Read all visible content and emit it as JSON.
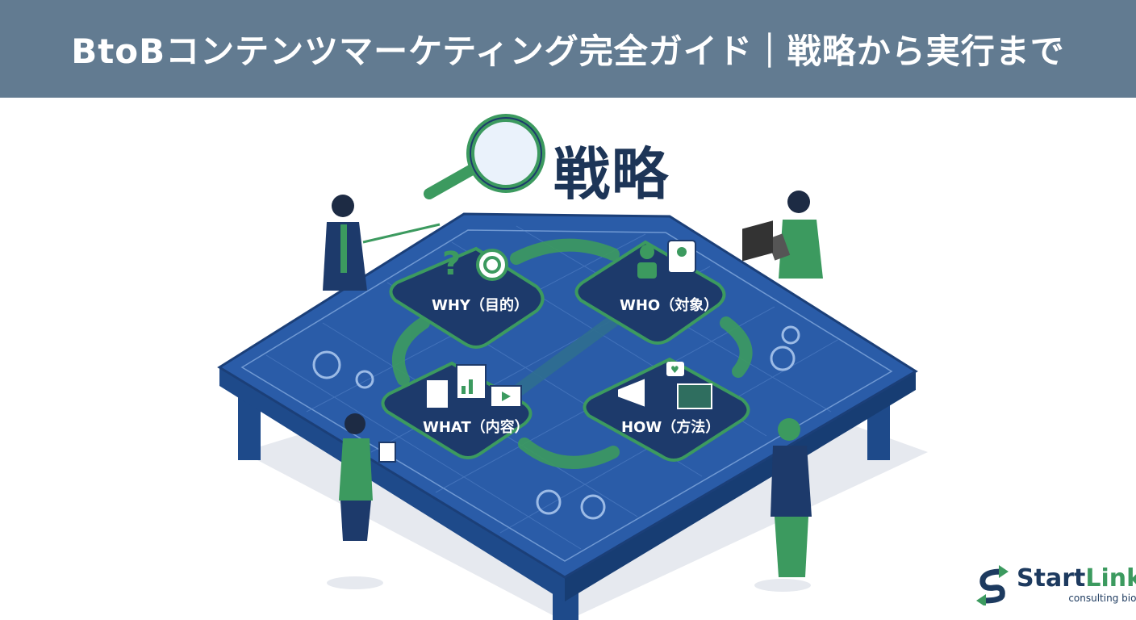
{
  "header": {
    "title": "BtoBコンテンツマーケティング完全ガイド｜戦略から実行まで"
  },
  "illustration": {
    "heading": "戦略",
    "quadrants": [
      {
        "label": "WHY（目的）",
        "icons": [
          "question-icon",
          "target-icon"
        ]
      },
      {
        "label": "WHO（対象）",
        "icons": [
          "person-icon",
          "profile-document-icon"
        ]
      },
      {
        "label": "WHAT（内容）",
        "icons": [
          "document-icon",
          "report-chart-icon",
          "video-icon"
        ]
      },
      {
        "label": "HOW（方法）",
        "icons": [
          "megaphone-icon",
          "heart-chat-icon",
          "map-icon"
        ]
      }
    ]
  },
  "logo": {
    "name_part1": "Start",
    "name_part2": "Link",
    "tagline": "consulting biog"
  },
  "colors": {
    "header": "#627b91",
    "navy": "#1d3557",
    "table_blue": "#2a5ca8",
    "green": "#3c9a5f"
  }
}
